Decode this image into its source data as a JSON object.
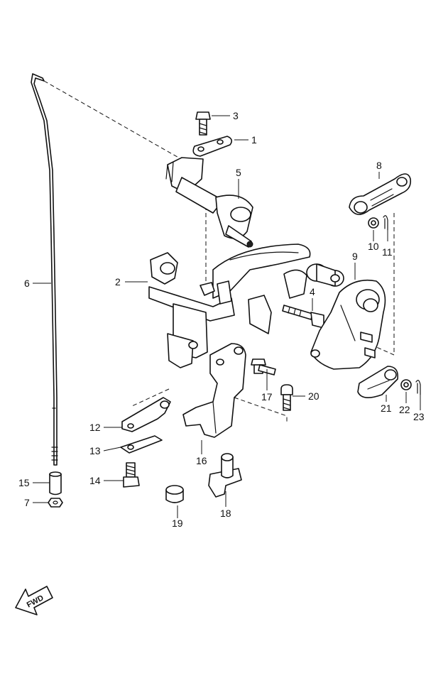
{
  "diagram": {
    "callouts": {
      "c1": "1",
      "c2": "2",
      "c3": "3",
      "c4": "4",
      "c5": "5",
      "c6": "6",
      "c7": "7",
      "c8": "8",
      "c9": "9",
      "c10": "10",
      "c11": "11",
      "c12": "12",
      "c13": "13",
      "c14": "14",
      "c15": "15",
      "c16": "16",
      "c17": "17",
      "c18": "18",
      "c19": "19",
      "c20": "20",
      "c21": "21",
      "c22": "22",
      "c23": "23"
    },
    "direction_badge": "FWD"
  }
}
